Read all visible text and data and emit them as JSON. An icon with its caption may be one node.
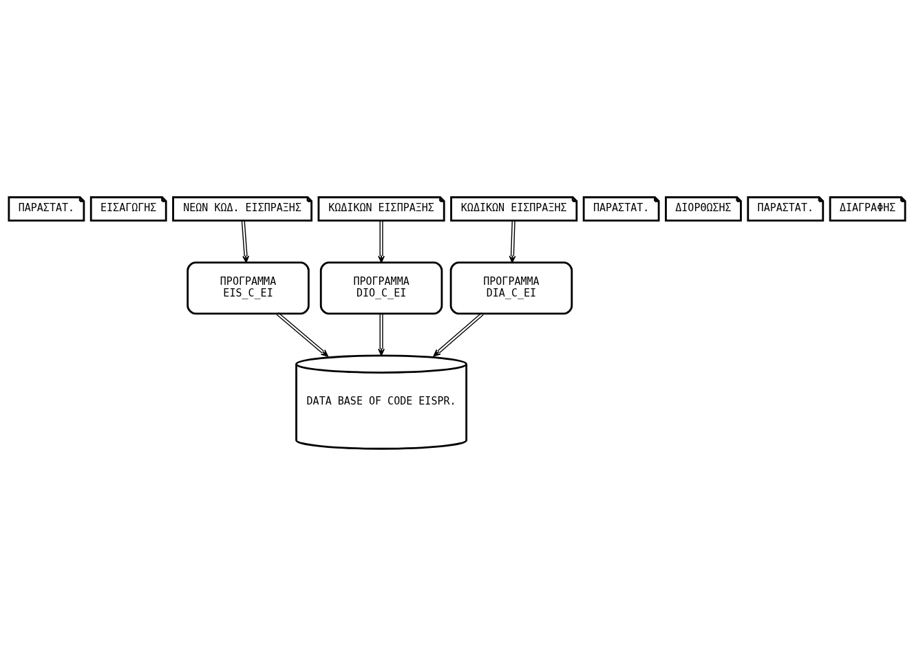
{
  "diagram": {
    "nodes": [
      {
        "text": [
          "ΠΑΡΑΣΤΑΤ."
        ]
      },
      {
        "text": [
          "ΕΙΣΑΓΩΓΗΣ"
        ]
      },
      {
        "text": [
          "ΝΕΩΝ ΚΩΔ. ΕΙΣΠΡΑΞΗΣ"
        ]
      },
      {
        "text": [
          "ΠΑΡΑΣΤΑΤ."
        ]
      },
      {
        "text": [
          "ΔΙΟΡΘΩΣΗΣ"
        ]
      },
      {
        "text": [
          "ΚΩΔΙΚΩΝ ΕΙΣΠΡΑΞΗΣ"
        ]
      },
      {
        "text": [
          "ΠΑΡΑΣΤΑΤ."
        ]
      },
      {
        "text": [
          "ΔΙΑΓΡΑΦΗΣ"
        ]
      },
      {
        "text": [
          "ΚΩΔΙΚΩΝ ΕΙΣΠΡΑΞΗΣ"
        ]
      },
      {
        "text": [
          "ΠΡΟΓΡΑΜΜΑ",
          "EIS_C_EI"
        ]
      },
      {
        "text": [
          "ΠΡΟΓΡΑΜΜΑ",
          "DIO_C_EI"
        ]
      },
      {
        "text": [
          "ΠΡΟΓΡΑΜΜΑ",
          "DIA_C_EI"
        ]
      },
      {
        "text": [
          "DATA BASE OF CODE EISPR."
        ]
      }
    ],
    "edges": [
      {
        "from": 2,
        "to": 9,
        "arrow": "to"
      },
      {
        "from": 5,
        "to": 10,
        "arrow": "to"
      },
      {
        "from": 8,
        "to": 11,
        "arrow": "to"
      },
      {
        "from": 9,
        "to": 12,
        "arrow": "to"
      },
      {
        "from": 10,
        "to": 12,
        "arrow": "to"
      },
      {
        "from": 11,
        "to": 12,
        "arrow": "to"
      }
    ]
  }
}
